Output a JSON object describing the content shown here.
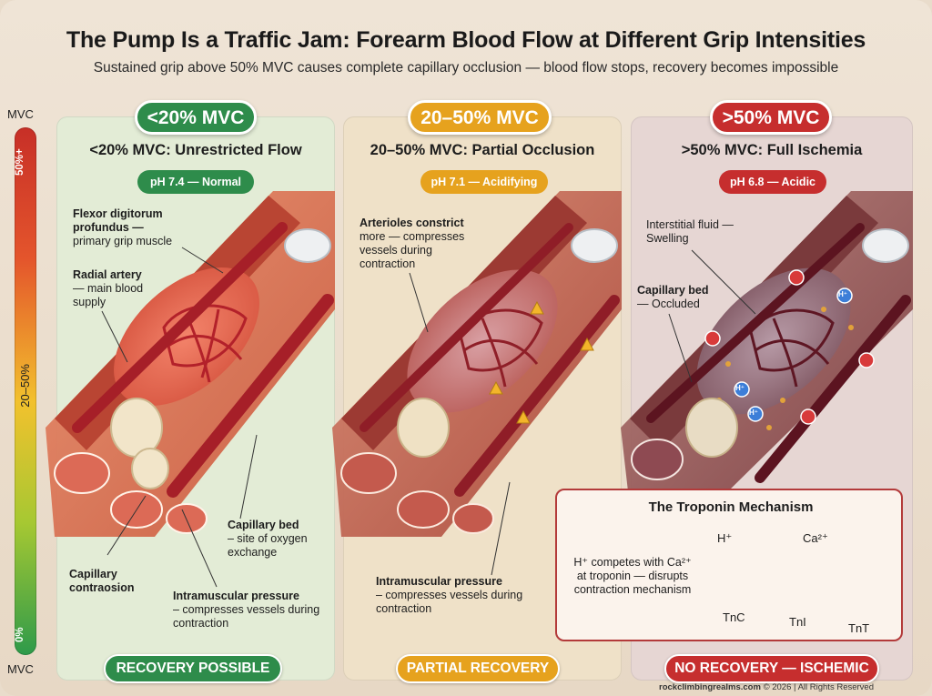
{
  "title": "The Pump Is a Traffic Jam: Forearm Blood Flow at Different Grip Intensities",
  "subtitle": "Sustained grip above 50% MVC causes complete capillary occlusion — blood flow stops, recovery becomes impossible",
  "scale": {
    "top_label": "MVC",
    "bottom_label": "MVC",
    "high": "50%+",
    "mid": "20–50%",
    "low": "0%"
  },
  "panels": [
    {
      "pill": "<20% MVC",
      "heading": "<20% MVC: Unrestricted Flow",
      "ph": "pH 7.4 — Normal",
      "labels": {
        "flexor_bold": "Flexor digitorum profundus —",
        "flexor_text": "primary grip muscle",
        "radial_bold": "Radial artery",
        "radial_text": "— main blood supply",
        "capbed_bold": "Capillary bed",
        "capbed_text": "– site of oxygen exchange",
        "capcon_bold": "Capillary contraosion",
        "pressure_bold": "Intramuscular pressure",
        "pressure_text": "– compresses vessels during contraction"
      },
      "footer": "RECOVERY POSSIBLE"
    },
    {
      "pill": "20–50% MVC",
      "heading": "20–50% MVC: Partial Occlusion",
      "ph": "pH 7.1 — Acidifying",
      "labels": {
        "arterioles_bold": "Arterioles constrict",
        "arterioles_text": "more — compresses vessels during contraction",
        "pressure_bold": "Intramuscular pressure",
        "pressure_text": "– compresses vessels during contraction"
      },
      "footer": "PARTIAL RECOVERY"
    },
    {
      "pill": ">50% MVC",
      "heading": ">50% MVC: Full Ischemia",
      "ph": "pH 6.8 — Acidic",
      "labels": {
        "interstitial_text": "Interstitial fluid — Swelling",
        "capbed_bold": "Capillary bed",
        "capbed_text": "— Occluded"
      },
      "footer": "NO RECOVERY — ISCHEMIC"
    }
  ],
  "troponin": {
    "title": "The Troponin Mechanism",
    "text": "H⁺ competes with Ca²⁺ at troponin — disrupts contraction mechanism",
    "h_label": "H⁺",
    "ca_label": "Ca²⁺",
    "ion_label": "H⁺",
    "tnc": "TnC",
    "tni": "TnI",
    "tnt": "TnT"
  },
  "credit_site": "rockclimbingrealms.com",
  "credit_rest": "© 2026 | All Rights Reserved",
  "colors": {
    "green": "#2e8c4b",
    "orange": "#e6a21e",
    "red": "#c62e2e",
    "muscle": "#e0694f",
    "vessel": "#a8232a"
  }
}
